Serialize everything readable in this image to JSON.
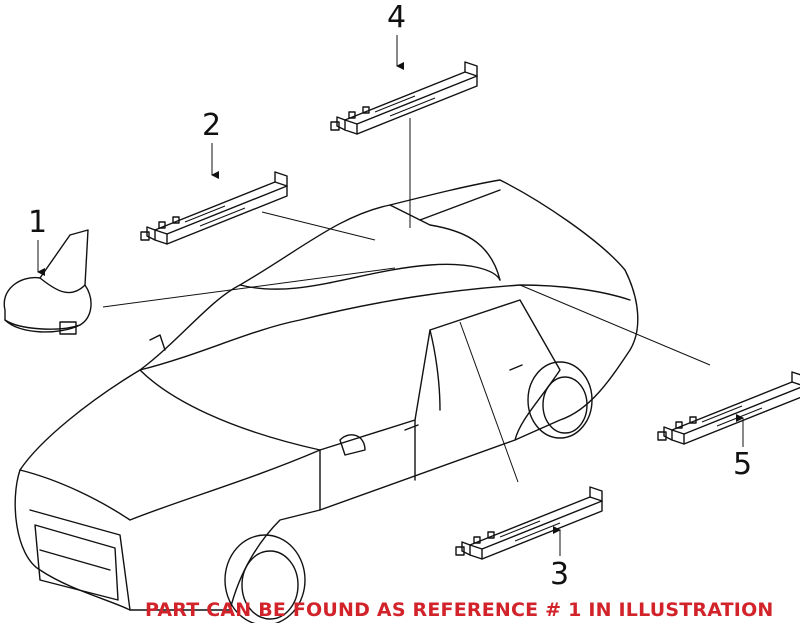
{
  "diagram": {
    "callouts": [
      "1",
      "2",
      "3",
      "4",
      "5"
    ],
    "parts": [
      {
        "ref": "1",
        "icon": "shark-fin-antenna"
      },
      {
        "ref": "2",
        "icon": "antenna-amplifier-module"
      },
      {
        "ref": "3",
        "icon": "antenna-amplifier-module"
      },
      {
        "ref": "4",
        "icon": "antenna-amplifier-module"
      },
      {
        "ref": "5",
        "icon": "antenna-amplifier-module"
      }
    ],
    "note": "PART CAN BE FOUND AS REFERENCE # 1 IN ILLUSTRATION",
    "note_color": "#d2232a"
  }
}
